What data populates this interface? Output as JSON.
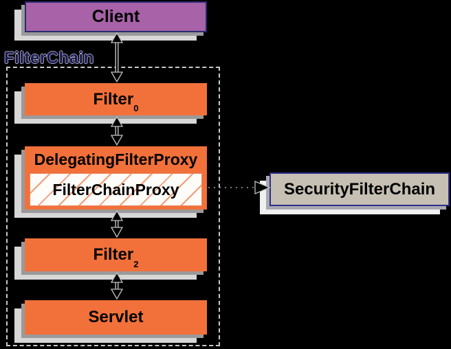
{
  "nodes": {
    "client": {
      "label": "Client"
    },
    "filter_chain_group": {
      "label": "FilterChain"
    },
    "filter_top": {
      "label": "Filter",
      "subscript": "0"
    },
    "delegating_filter_proxy": {
      "label": "DelegatingFilterProxy"
    },
    "filter_chain_proxy": {
      "label": "FilterChainProxy"
    },
    "filter_bottom": {
      "label": "Filter",
      "subscript": "2"
    },
    "servlet": {
      "label": "Servlet"
    },
    "security_filter_chain": {
      "label": "SecurityFilterChain"
    }
  },
  "connections": [
    {
      "from": "client",
      "to": "filter_top",
      "style": "double-arrow"
    },
    {
      "from": "filter_top",
      "to": "delegating_filter_proxy",
      "style": "double-arrow"
    },
    {
      "from": "delegating_filter_proxy",
      "to": "filter_bottom",
      "style": "double-arrow"
    },
    {
      "from": "filter_bottom",
      "to": "servlet",
      "style": "double-arrow"
    },
    {
      "from": "filter_chain_proxy",
      "to": "security_filter_chain",
      "style": "dotted-arrow"
    }
  ],
  "colors": {
    "background": "#000000",
    "client_fill": "#A762A8",
    "filter_fill": "#F2713A",
    "security_filter_chain_fill": "#C6C0B4",
    "node_border_navy": "#2A2A72",
    "hatch_line": "#F29C74",
    "shadow_mid": "#9A9A9A",
    "shadow_light": "#D7D7D7",
    "dashed_boundary": "#C9C9C9"
  }
}
